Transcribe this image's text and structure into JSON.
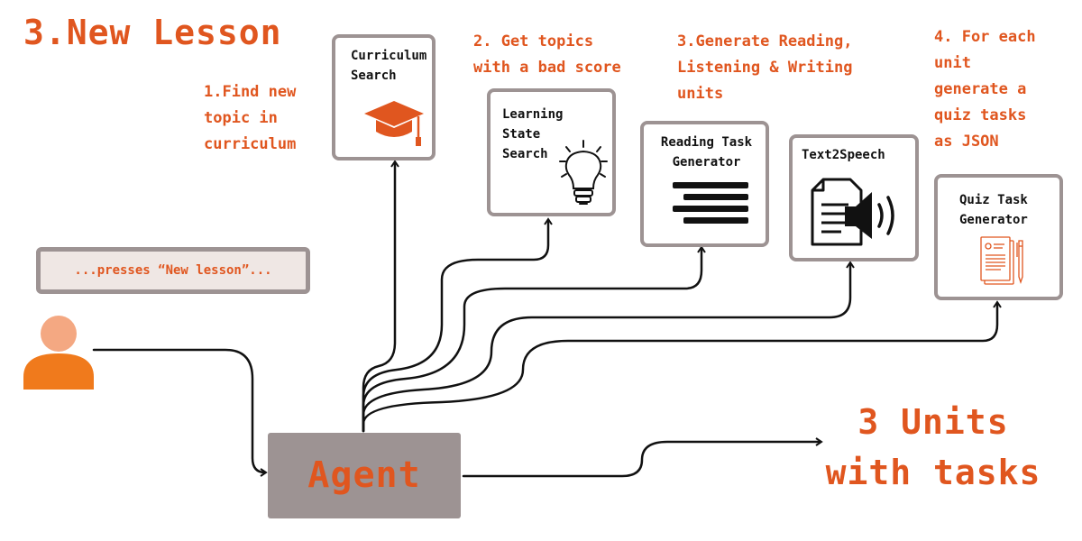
{
  "title": "3.New Lesson",
  "steps": {
    "s1": "1.Find new\ntopic in\ncurriculum",
    "s2": "2. Get topics\nwith a bad score",
    "s3": "3.Generate Reading,\nListening & Writing\nunits",
    "s4": "4. For each\nunit\ngenerate a\nquiz tasks\nas JSON"
  },
  "tools": {
    "curriculum_search": "Curriculum\nSearch",
    "learning_state_search": "Learning\nState\nSearch",
    "reading_task_generator": "Reading Task\nGenerator",
    "text2speech": "Text2Speech",
    "quiz_task_generator": "Quiz Task\nGenerator"
  },
  "user_bubble": "...presses “New lesson”...",
  "agent_label": "Agent",
  "result": "3 Units\nwith tasks",
  "icons": [
    "graduation-cap-icon",
    "lightbulb-icon",
    "text-lines-icon",
    "document-speaker-icon",
    "quiz-document-icon",
    "user-icon"
  ],
  "colors": {
    "accent": "#e0561f",
    "box_border": "#9d9393",
    "agent_fill": "#9d9393",
    "bubble_fill": "#efe7e4",
    "user_head": "#f4a882",
    "user_body": "#f07a1c"
  }
}
